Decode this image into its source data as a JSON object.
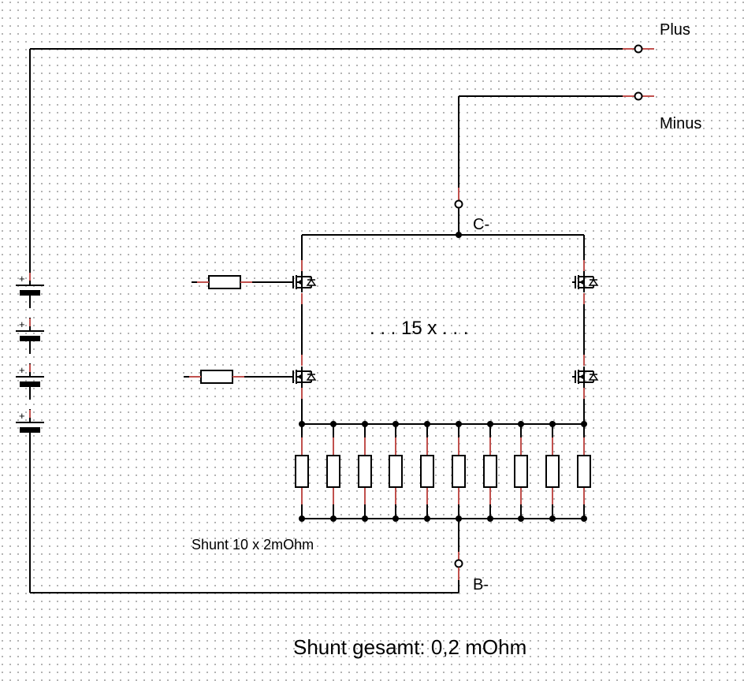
{
  "labels": {
    "plus": "Plus",
    "minus": "Minus",
    "c_minus": "C-",
    "b_minus": "B-",
    "mosfet_count": ". . . 15 x . . .",
    "shunt_array": "Shunt 10 x 2mOhm",
    "shunt_total": "Shunt gesamt: 0,2 mOhm",
    "battery_polarity": "+"
  },
  "components": {
    "battery_cells": 4,
    "mosfets_shown": 4,
    "gate_resistors": 2,
    "shunt_resistors": 10
  },
  "colors": {
    "wire": "#000000",
    "pin_lead": "#c0504d",
    "grid_dot": "#9a9a9a"
  }
}
